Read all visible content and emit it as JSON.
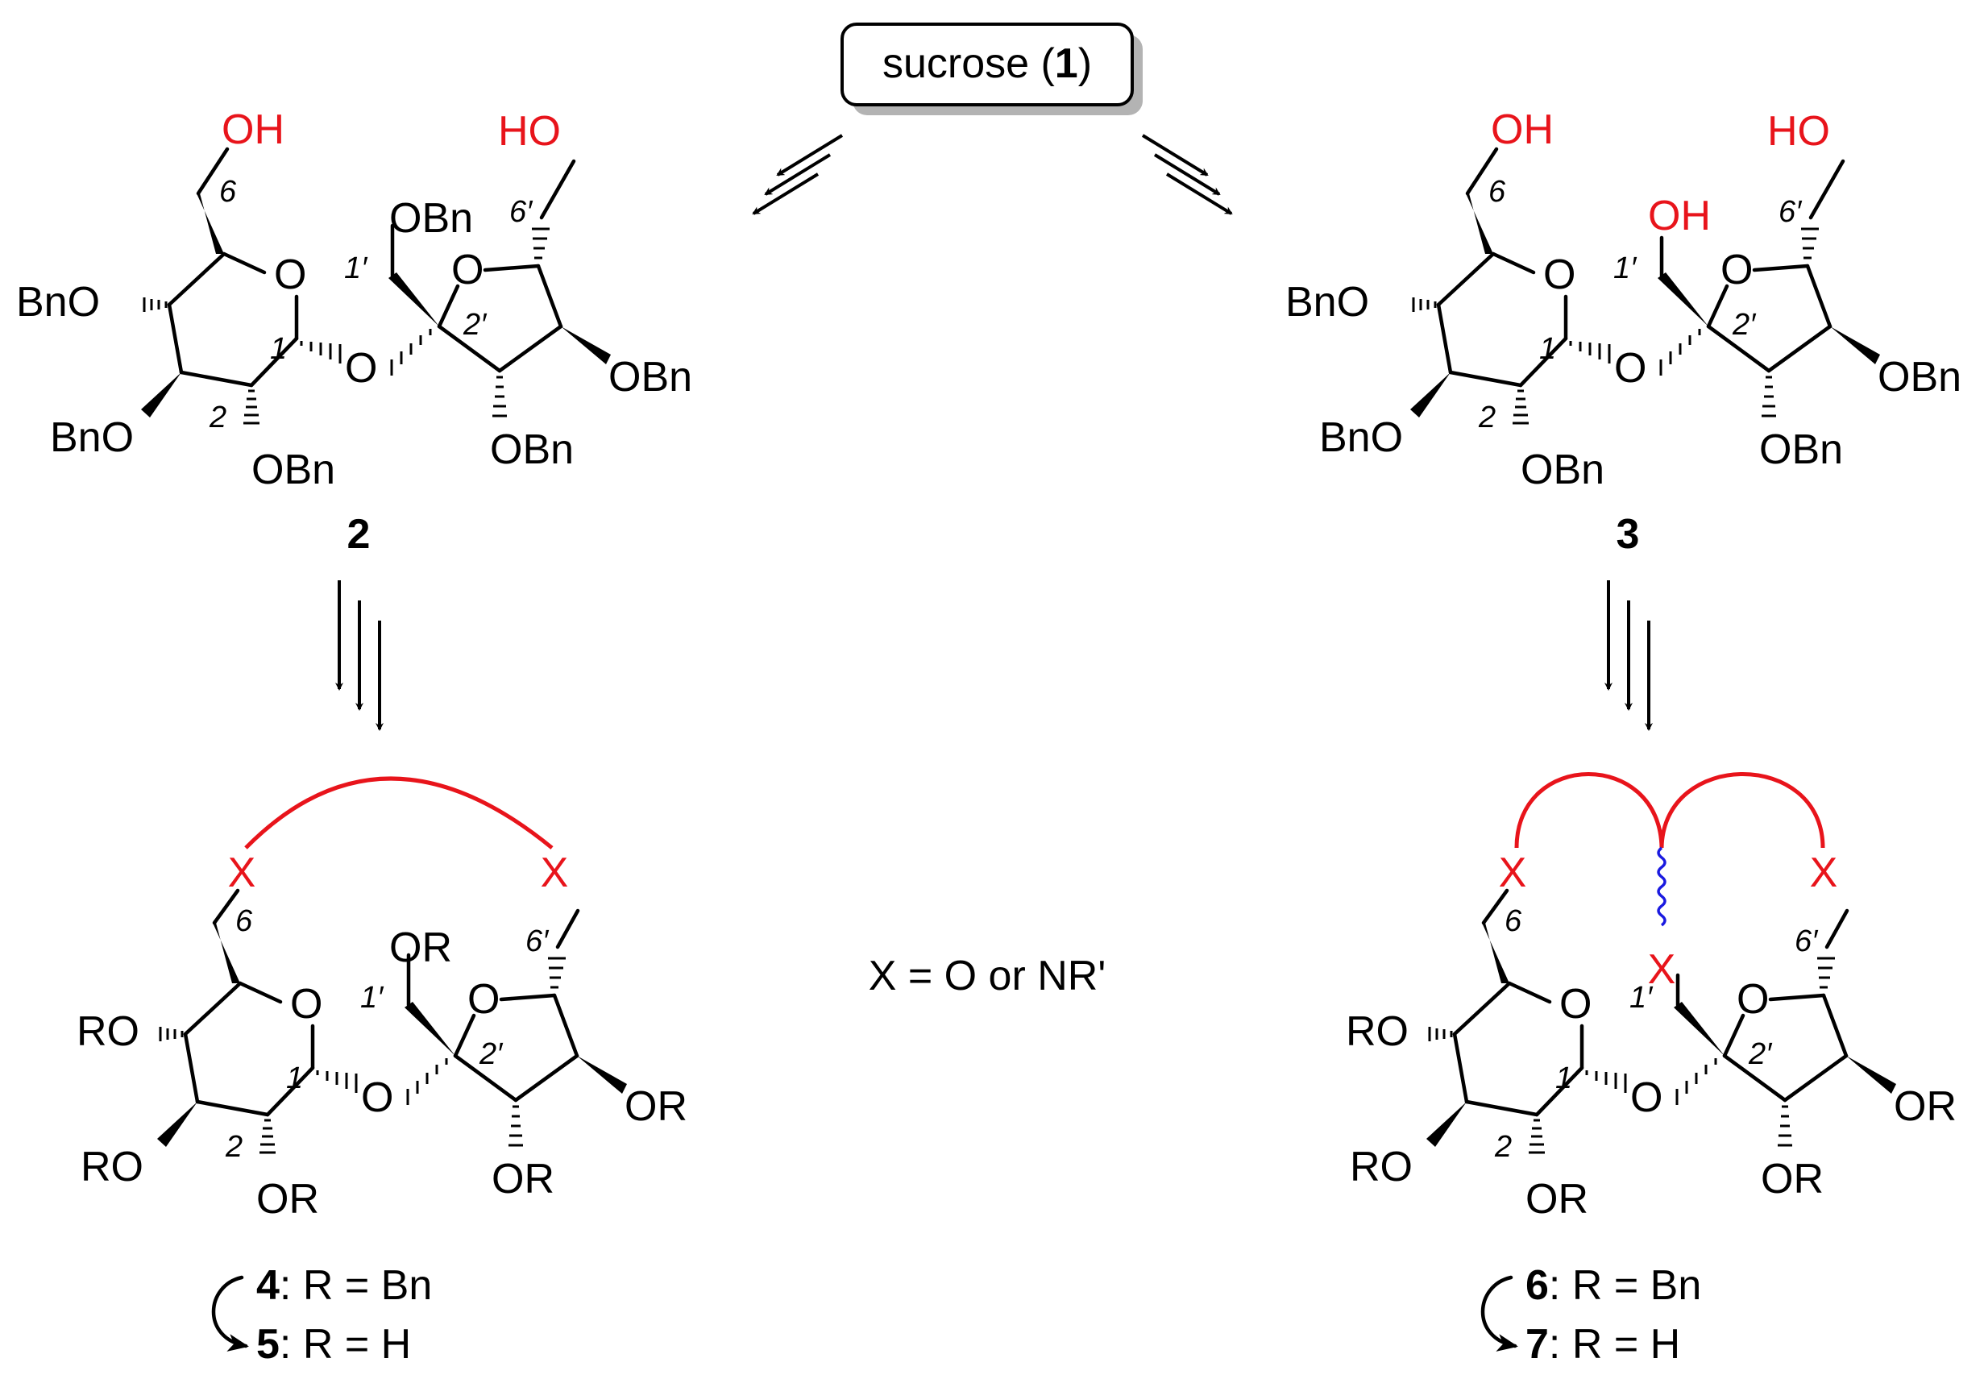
{
  "start_material": {
    "name": "sucrose (",
    "compound_number": "1",
    "close": ")"
  },
  "compound_2": {
    "number": "2",
    "hydroxyl_6": "OH",
    "hydroxyl_6p": "HO",
    "subs": {
      "bno_left": "BnO",
      "bno_bottom_left": "BnO",
      "obn_c2": "OBn",
      "obn_1p": "OBn",
      "obn_3p": "OBn",
      "obn_4p": "OBn"
    }
  },
  "compound_3": {
    "number": "3",
    "hydroxyl_6": "OH",
    "hydroxyl_1p": "OH",
    "hydroxyl_6p": "HO",
    "subs": {
      "bno_left": "BnO",
      "bno_bottom_left": "BnO",
      "obn_c2": "OBn",
      "obn_3p": "OBn",
      "obn_4p": "OBn"
    }
  },
  "compound_4_5": {
    "x_label": "X",
    "subs": {
      "ro_left": "RO",
      "ro_bottom_left": "RO",
      "or_c2": "OR",
      "or_1p": "OR",
      "or_3p": "OR",
      "or_4p": "OR"
    },
    "legend": [
      {
        "number": "4",
        "text": ": R = Bn"
      },
      {
        "number": "5",
        "text": ": R = H"
      }
    ]
  },
  "compound_6_7": {
    "x_label": "X",
    "subs": {
      "ro_left": "RO",
      "ro_bottom_left": "RO",
      "or_c2": "OR",
      "or_3p": "OR",
      "or_4p": "OR"
    },
    "legend": [
      {
        "number": "6",
        "text": ": R = Bn"
      },
      {
        "number": "7",
        "text": ": R = H"
      }
    ]
  },
  "definition": "X = O or NR'",
  "atom_labels": {
    "O": "O",
    "c6": "6",
    "c6p": "6′",
    "c1": "1",
    "c1p": "1′",
    "c2": "2",
    "c2p": "2′"
  },
  "colors": {
    "hydroxyl": "#e8141b",
    "linker": "#e8141b",
    "wavy_bond": "#1a1ae0",
    "box_shadow": "#b3b3b3"
  }
}
